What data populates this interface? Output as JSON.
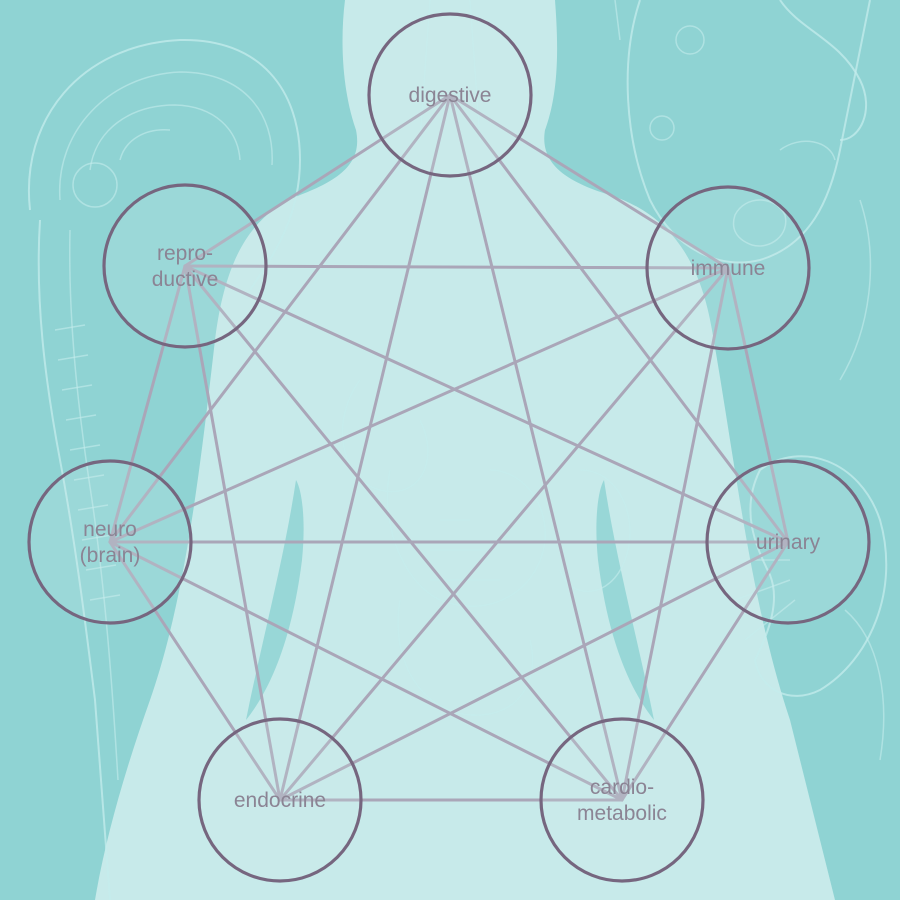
{
  "colors": {
    "background": "#8fd3d3",
    "body_silhouette": "#cdecec",
    "sketch_lines": "#c4ecec",
    "edge": "#aaa6b8",
    "node_stroke": "#76667f",
    "label": "#8b8494"
  },
  "background": {
    "illustration": [
      "human-torso-silhouette-icon",
      "brain-spine-sketch-icon",
      "digestive-organs-sketch-icon",
      "kidney-sketch-icon"
    ]
  },
  "diagram": {
    "type": "fully-connected network",
    "nodes": [
      {
        "id": "digestive",
        "lines": [
          "digestive"
        ]
      },
      {
        "id": "immune",
        "lines": [
          "immune"
        ]
      },
      {
        "id": "urinary",
        "lines": [
          "urinary"
        ]
      },
      {
        "id": "cardio",
        "lines": [
          "cardio-",
          "metabolic"
        ]
      },
      {
        "id": "endocrine",
        "lines": [
          "endocrine"
        ]
      },
      {
        "id": "neuro",
        "lines": [
          "neuro",
          "(brain)"
        ]
      },
      {
        "id": "repro",
        "lines": [
          "repro-",
          "ductive"
        ]
      }
    ],
    "edges": [
      [
        "digestive",
        "immune"
      ],
      [
        "digestive",
        "urinary"
      ],
      [
        "digestive",
        "cardio"
      ],
      [
        "digestive",
        "endocrine"
      ],
      [
        "digestive",
        "neuro"
      ],
      [
        "digestive",
        "repro"
      ],
      [
        "immune",
        "urinary"
      ],
      [
        "immune",
        "cardio"
      ],
      [
        "immune",
        "endocrine"
      ],
      [
        "immune",
        "neuro"
      ],
      [
        "immune",
        "repro"
      ],
      [
        "urinary",
        "cardio"
      ],
      [
        "urinary",
        "endocrine"
      ],
      [
        "urinary",
        "neuro"
      ],
      [
        "urinary",
        "repro"
      ],
      [
        "cardio",
        "endocrine"
      ],
      [
        "cardio",
        "neuro"
      ],
      [
        "cardio",
        "repro"
      ],
      [
        "endocrine",
        "neuro"
      ],
      [
        "endocrine",
        "repro"
      ],
      [
        "neuro",
        "repro"
      ]
    ]
  }
}
